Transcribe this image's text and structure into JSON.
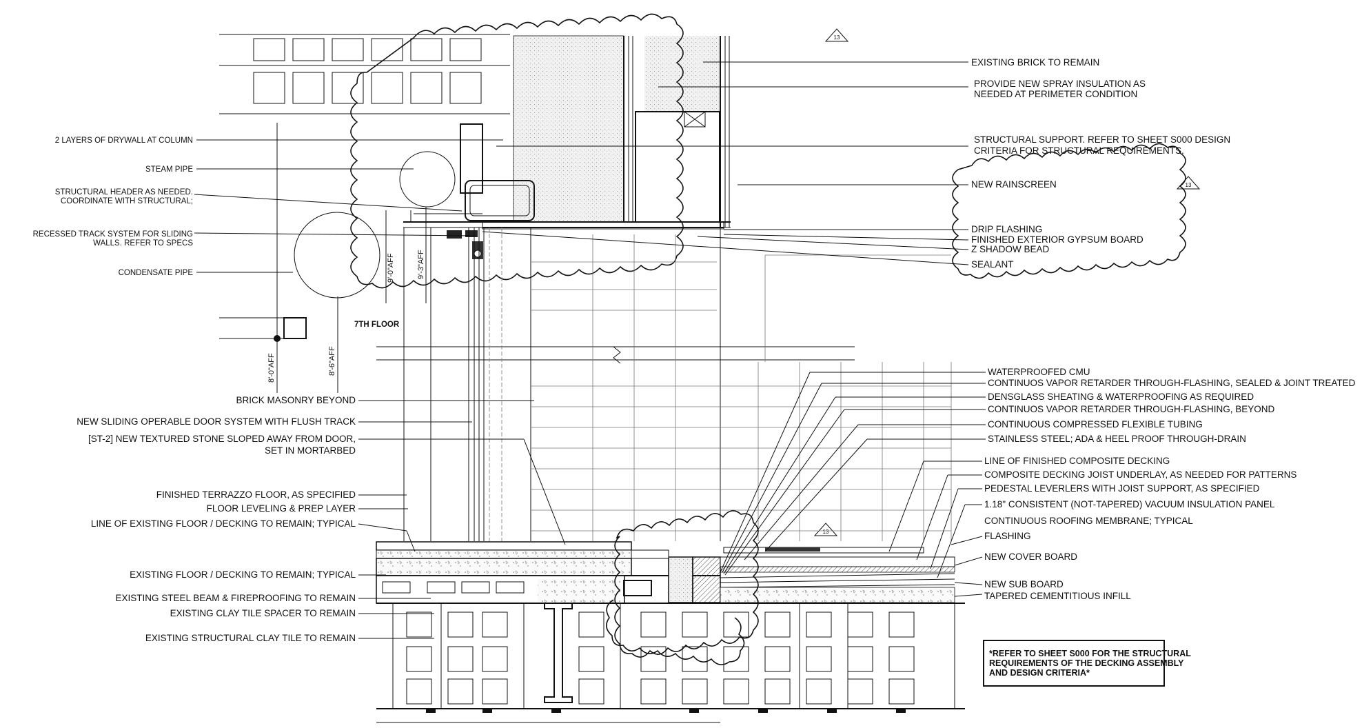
{
  "labels_left": {
    "drywall": "2 LAYERS OF DRYWALL AT COLUMN",
    "steam_pipe": "STEAM PIPE",
    "header_1": "STRUCTURAL HEADER AS NEEDED.",
    "header_2": "COORDINATE WITH STRUCTURAL;",
    "track_1": "RECESSED TRACK SYSTEM FOR SLIDING",
    "track_2": "WALLS. REFER TO SPECS",
    "condensate": "CONDENSATE PIPE",
    "brick_beyond": "BRICK MASONRY BEYOND",
    "sliding_door": "NEW SLIDING OPERABLE DOOR SYSTEM WITH FLUSH TRACK",
    "stone_1": "[ST-2] NEW TEXTURED STONE SLOPED AWAY FROM DOOR,",
    "stone_2": "SET IN MORTARBED",
    "terrazzo": "FINISHED TERRAZZO FLOOR, AS SPECIFIED",
    "leveling": "FLOOR LEVELING & PREP LAYER",
    "line_existing": "LINE OF EXISTING FLOOR / DECKING TO REMAIN; TYPICAL",
    "existing_floor": "EXISTING FLOOR / DECKING TO REMAIN; TYPICAL",
    "steel_beam": "EXISTING STEEL BEAM & FIREPROOFING TO REMAIN",
    "clay_spacer": "EXISTING CLAY TILE SPACER TO REMAIN",
    "clay_tile": "EXISTING STRUCTURAL CLAY TILE TO REMAIN"
  },
  "labels_right_upper": {
    "brick": "EXISTING BRICK TO REMAIN",
    "spray_1": "PROVIDE NEW SPRAY INSULATION AS",
    "spray_2": "NEEDED AT PERIMETER CONDITION",
    "support_1": "STRUCTURAL SUPPORT. REFER TO SHEET S000 DESIGN",
    "support_2": "CRITERIA FOR STRUCTURAL REQUIREMENTS.",
    "rainscreen": "NEW RAINSCREEN",
    "drip": "DRIP FLASHING",
    "gypsum": "FINISHED EXTERIOR GYPSUM BOARD",
    "zshadow": "Z SHADOW BEAD",
    "sealant": "SEALANT"
  },
  "labels_right_lower": {
    "cmu": "WATERPROOFED CMU",
    "vapor_1": "CONTINUOS VAPOR RETARDER THROUGH-FLASHING, SEALED & JOINT TREATED",
    "densglass": "DENSGLASS SHEATING & WATERPROOFING AS REQUIRED",
    "vapor_2": "CONTINUOS VAPOR RETARDER THROUGH-FLASHING, BEYOND",
    "tubing": "CONTINUOUS COMPRESSED FLEXIBLE TUBING",
    "drain": "STAINLESS STEEL; ADA & HEEL PROOF THROUGH-DRAIN",
    "decking_line": "LINE OF FINISHED COMPOSITE DECKING",
    "underlay": "COMPOSITE DECKING JOIST UNDERLAY, AS NEEDED FOR PATTERNS",
    "pedestal": "PEDESTAL LEVERLERS WITH JOIST SUPPORT, AS SPECIFIED",
    "vip": "1.18\" CONSISTENT (NOT-TAPERED) VACUUM INSULATION PANEL",
    "membrane": "CONTINUOUS ROOFING MEMBRANE; TYPICAL",
    "flashing": "FLASHING",
    "cover": "NEW COVER BOARD",
    "sub": "NEW SUB BOARD",
    "infill": "TAPERED CEMENTITIOUS INFILL"
  },
  "dimensions": {
    "d1": "9'-0\"AFF",
    "d2": "9'-3\"AFF",
    "d3": "8'-0\"AFF",
    "d4": "8'-6\"AFF"
  },
  "floor_label": "7TH FLOOR",
  "revision_tag": "13",
  "note": {
    "line1": "*REFER TO SHEET S000 FOR THE STRUCTURAL",
    "line2": "REQUIREMENTS OF THE DECKING ASSEMBLY",
    "line3": "AND DESIGN CRITERIA*"
  }
}
